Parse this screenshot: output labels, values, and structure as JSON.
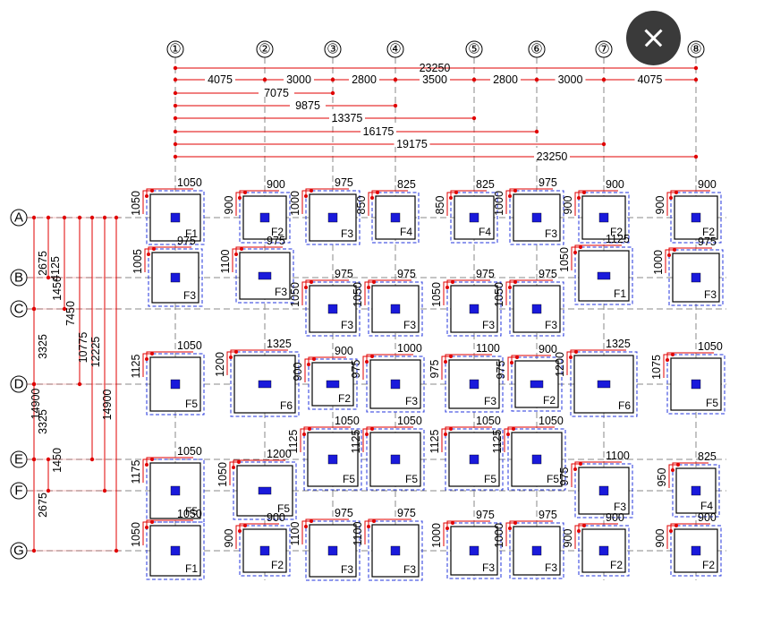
{
  "grid": {
    "columns": [
      "①",
      "②",
      "③",
      "④",
      "⑤",
      "⑥",
      "⑦",
      "⑧"
    ],
    "rows": [
      "A",
      "B",
      "C",
      "D",
      "E",
      "F",
      "G"
    ]
  },
  "top_dimensions": {
    "total": "23250",
    "spans": [
      "4075",
      "3000",
      "2800",
      "3500",
      "2800",
      "3000",
      "4075"
    ],
    "cumulative": [
      "7075",
      "9875",
      "13375",
      "16175",
      "19175",
      "23250"
    ]
  },
  "left_dimensions": {
    "spans1": [
      "2675",
      "3325",
      "3325",
      "2675"
    ],
    "spans2": [
      "1450",
      "1450"
    ],
    "cum": [
      "4125",
      "7450",
      "10775",
      "12225",
      "14900",
      "14900"
    ]
  },
  "footings": [
    {
      "label": "F1",
      "dims": [
        "1050",
        "1050"
      ]
    },
    {
      "label": "F2",
      "dims": [
        "900",
        "900"
      ]
    },
    {
      "label": "F3",
      "dims": [
        "975",
        "1000"
      ]
    },
    {
      "label": "F4",
      "dims": [
        "825",
        "850"
      ]
    },
    {
      "label": "F4",
      "dims": [
        "825",
        "850"
      ]
    },
    {
      "label": "F3",
      "dims": [
        "975",
        "1000"
      ]
    },
    {
      "label": "F2",
      "dims": [
        "900",
        "900"
      ]
    },
    {
      "label": "F2",
      "dims": [
        "900",
        "900"
      ]
    },
    {
      "label": "F3",
      "dims": [
        "975",
        "1005"
      ]
    },
    {
      "label": "F3",
      "dims": [
        "975",
        "1100"
      ]
    },
    {
      "label": "F1",
      "dims": [
        "1125",
        "1050"
      ]
    },
    {
      "label": "F3",
      "dims": [
        "975",
        "1000"
      ]
    },
    {
      "label": "F3",
      "dims": [
        "975",
        "1050"
      ]
    },
    {
      "label": "F3",
      "dims": [
        "975",
        "1050"
      ]
    },
    {
      "label": "F3",
      "dims": [
        "975",
        "1050"
      ]
    },
    {
      "label": "F3",
      "dims": [
        "975",
        "1050"
      ]
    },
    {
      "label": "F5",
      "dims": [
        "1050",
        "1125"
      ]
    },
    {
      "label": "F6",
      "dims": [
        "1325",
        "1200"
      ]
    },
    {
      "label": "F2",
      "dims": [
        "900",
        "900"
      ]
    },
    {
      "label": "F3",
      "dims": [
        "1000",
        "975"
      ]
    },
    {
      "label": "F3",
      "dims": [
        "1100",
        "975"
      ]
    },
    {
      "label": "F2",
      "dims": [
        "900",
        "975"
      ]
    },
    {
      "label": "F6",
      "dims": [
        "1325",
        "1200"
      ]
    },
    {
      "label": "F5",
      "dims": [
        "1050",
        "1075"
      ]
    },
    {
      "label": "F5",
      "dims": [
        "1050",
        "1125"
      ]
    },
    {
      "label": "F5",
      "dims": [
        "1050",
        "1125"
      ]
    },
    {
      "label": "F5",
      "dims": [
        "1050",
        "1125"
      ]
    },
    {
      "label": "F5",
      "dims": [
        "1050",
        "1125"
      ]
    },
    {
      "label": "F5",
      "dims": [
        "1050",
        "1175"
      ]
    },
    {
      "label": "F5",
      "dims": [
        "1200",
        "1050"
      ]
    },
    {
      "label": "F3",
      "dims": [
        "1100",
        "975"
      ]
    },
    {
      "label": "F4",
      "dims": [
        "825",
        "950"
      ]
    },
    {
      "label": "F1",
      "dims": [
        "1050",
        "1050"
      ]
    },
    {
      "label": "F2",
      "dims": [
        "900",
        "900"
      ]
    },
    {
      "label": "F3",
      "dims": [
        "975",
        "1100"
      ]
    },
    {
      "label": "F3",
      "dims": [
        "975",
        "1100"
      ]
    },
    {
      "label": "F3",
      "dims": [
        "975",
        "1000"
      ]
    },
    {
      "label": "F3",
      "dims": [
        "975",
        "1000"
      ]
    },
    {
      "label": "F2",
      "dims": [
        "900",
        "900"
      ]
    },
    {
      "label": "F2",
      "dims": [
        "900",
        "900"
      ]
    }
  ]
}
